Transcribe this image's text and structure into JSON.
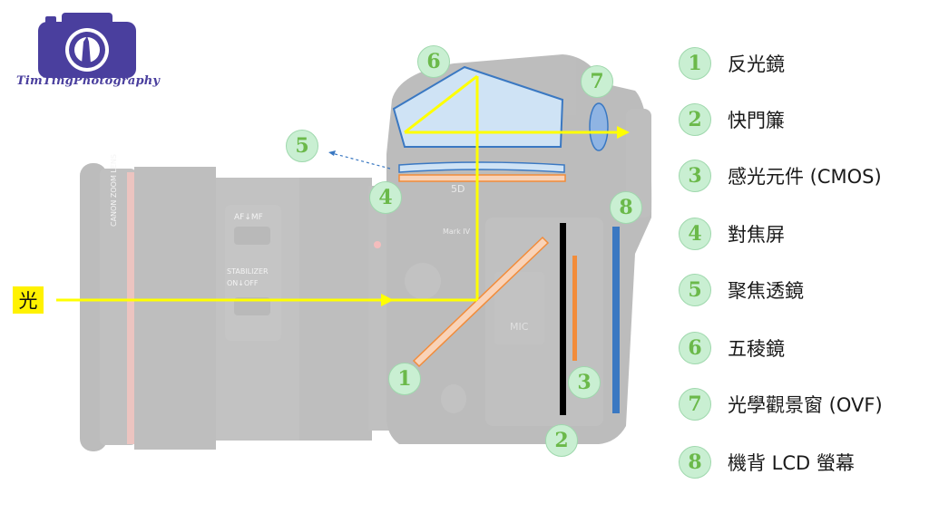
{
  "logo": {
    "text": "TimTingPhotography"
  },
  "light_label": "光",
  "legend": [
    {
      "number": "1",
      "label": "反光鏡"
    },
    {
      "number": "2",
      "label": "快門簾"
    },
    {
      "number": "3",
      "label": "感光元件 (CMOS)"
    },
    {
      "number": "4",
      "label": "對焦屏"
    },
    {
      "number": "5",
      "label": "聚焦透鏡"
    },
    {
      "number": "6",
      "label": "五稜鏡"
    },
    {
      "number": "7",
      "label": "光學觀景窗 (OVF)"
    },
    {
      "number": "8",
      "label": "機背 LCD 螢幕"
    }
  ],
  "markers": [
    "1",
    "2",
    "3",
    "4",
    "5",
    "6",
    "7",
    "8"
  ],
  "camera_labels": {
    "lens_brand": "CANON ZOOM LENS",
    "af_switch": "AF↓MF",
    "stabilizer": "STABILIZER",
    "stab_switch": "ON↓OFF",
    "body_model": "5D",
    "mark": "Mark IV",
    "mic": "MIC"
  },
  "colors": {
    "light_path": "#ffff00",
    "mirror": "#f4a46a",
    "shutter": "#000000",
    "sensor": "#f28c3a",
    "lcd": "#3a78c2",
    "prism_fill": "#cfe3f5",
    "prism_stroke": "#3a78c2",
    "badge_fill": "#c9efd2",
    "badge_text": "#6bb94a"
  }
}
